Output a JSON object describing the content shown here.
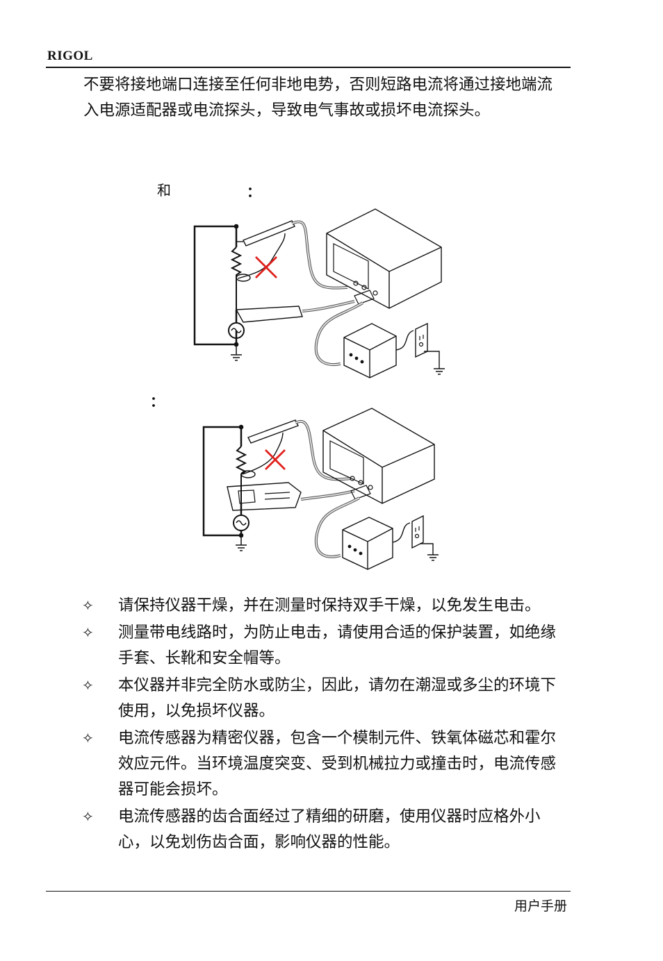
{
  "header": {
    "brand": "RIGOL"
  },
  "intro_text": "不要将接地端口连接至任何非地电势，否则短路电流将通过接地端流入电源适配器或电流探头，导致电气事故或损坏电流探头。",
  "figure1": {
    "label": "和",
    "colon": "："
  },
  "figure2": {
    "colon": "："
  },
  "bullet_marker": "✧",
  "bullets": [
    "请保持仪器干燥，并在测量时保持双手干燥，以免发生电击。",
    "测量带电线路时，为防止电击，请使用合适的保护装置，如绝缘手套、长靴和安全帽等。",
    "本仪器并非完全防水或防尘，因此，请勿在潮湿或多尘的环境下使用，以免损坏仪器。",
    "电流传感器为精密仪器，包含一个模制元件、铁氧体磁芯和霍尔效应元件。当环境温度突变、受到机械拉力或撞击时，电流传感器可能会损坏。",
    "电流传感器的齿合面经过了精细的研磨，使用仪器时应格外小心，以免划伤齿合面，影响仪器的性能。"
  ],
  "footer": {
    "text": "用户手册"
  },
  "colors": {
    "warning_cross": "#e0201c",
    "line": "#111111"
  }
}
